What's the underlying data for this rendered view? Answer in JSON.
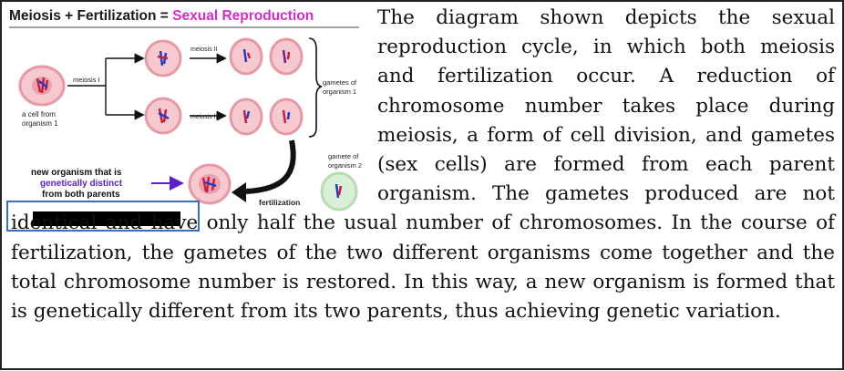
{
  "figure": {
    "title_part1": "Meiosis + Fertilization = ",
    "title_part2": "Sexual Reproduction",
    "colors": {
      "title": "#1a1a1a",
      "accent": "#d42bd0",
      "cell_fill": "#f5c9cf",
      "cell_edge": "#e79aa5",
      "gamete2_fill": "#d9f0d6",
      "arrow_purple": "#5a22c8",
      "answer_border": "#3b6ec0"
    },
    "labels": {
      "cell_from": "a cell from",
      "organism1": "organism 1",
      "meiosis_i": "meiosis I",
      "meiosis_ii_top": "meiosis II",
      "meiosis_ii_bottom": "meiosis II",
      "gametes_of": "gametes of",
      "organism1_b": "organism 1",
      "gamete_of": "gamete of",
      "organism2": "organism 2",
      "fertilization": "fertilization",
      "new_org_line1": "new organism that is",
      "new_org_line2": "genetically distinct",
      "new_org_line3": "from both parents"
    },
    "icons": [
      "brace-icon",
      "curved-arrow-icon",
      "purple-arrow-icon"
    ]
  },
  "answer_box": {
    "content": "redacted"
  },
  "passage": {
    "text": "The diagram shown depicts the sexual reproduction cycle, in which both meiosis and fertilization occur. A reduction of chromosome number takes place during meiosis, a form of cell division, and gametes (sex cells) are formed from each parent organism. The gametes produced are not identical and have only half the usual number of chromosomes. In the course of fertilization, the gametes of the two different organisms come together and the total chromosome number is restored. In this way, a new organism is formed that is genetically different from its two parents, thus achieving genetic variation."
  }
}
